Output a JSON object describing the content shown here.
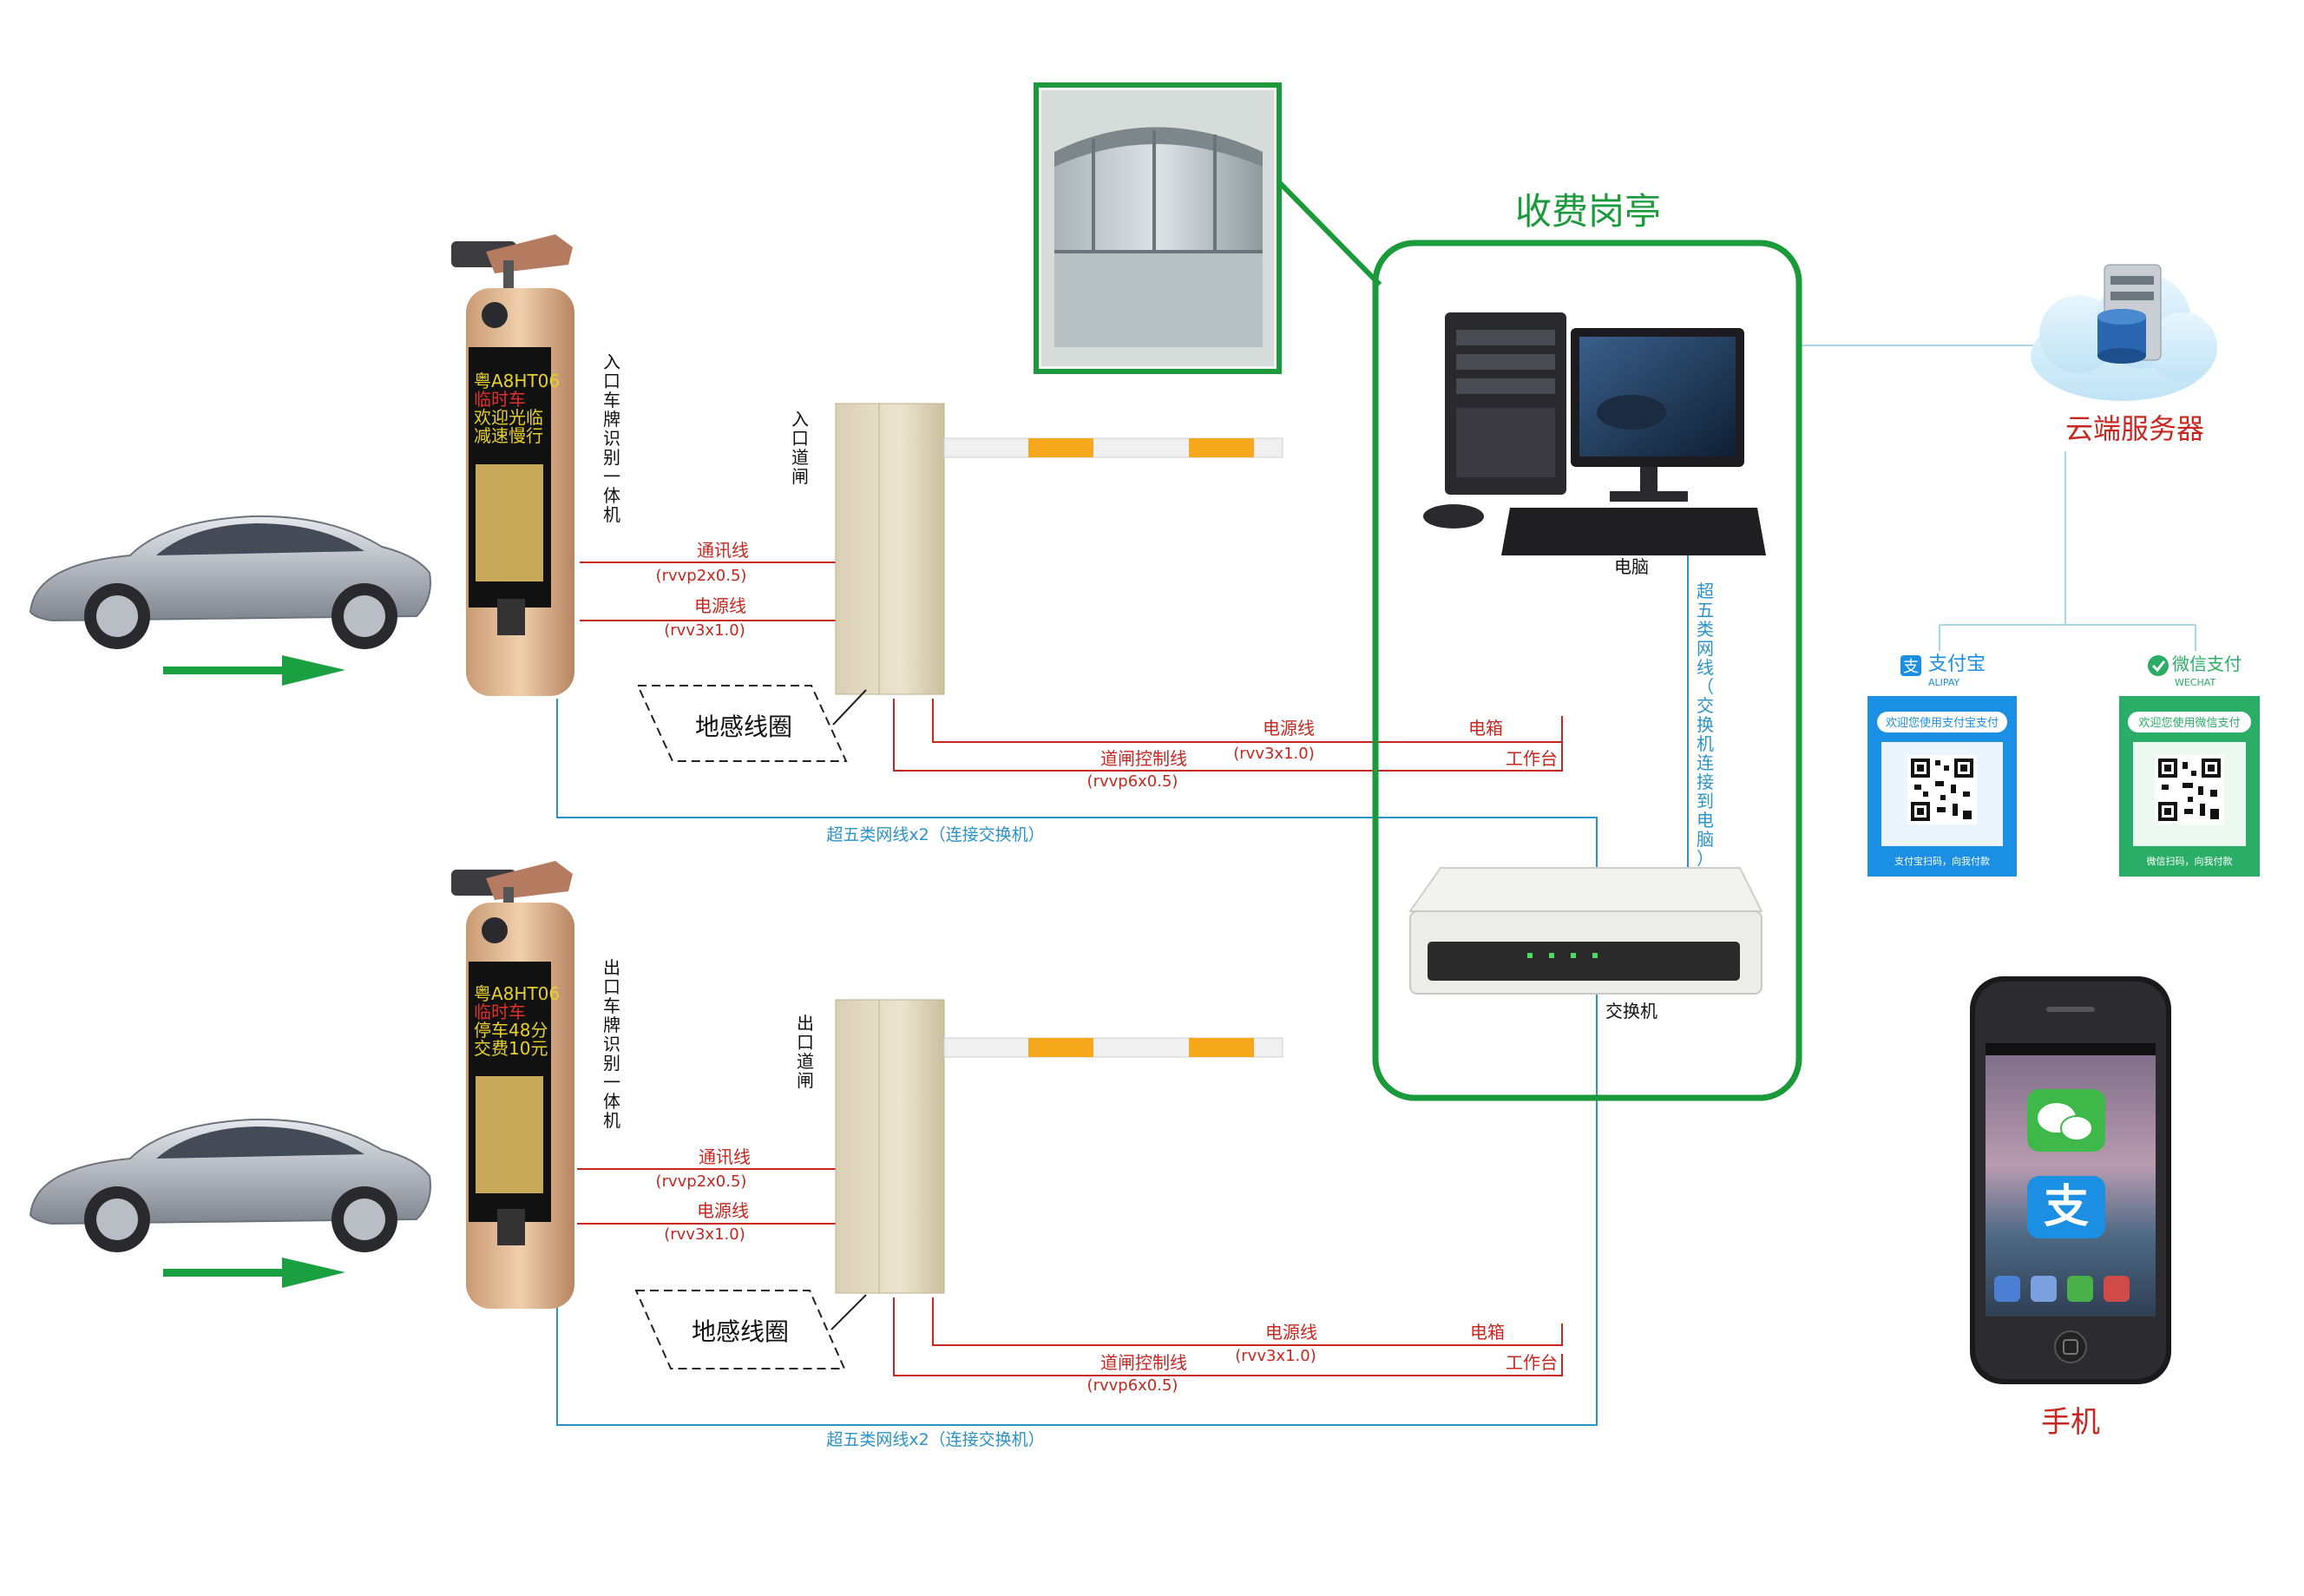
{
  "booth": {
    "title": "收费岗亭"
  },
  "cloud": {
    "label": "云端服务器"
  },
  "computer": {
    "label": "电脑"
  },
  "switch": {
    "label": "交换机"
  },
  "phone": {
    "label": "手机"
  },
  "vertical_cable": "超五类网线（交换机连接到电脑）",
  "entry": {
    "camera_label": "入口车牌识别一体机",
    "gate_label": "入口道闸",
    "screen_lines": [
      "粤A8HT06",
      "临时车",
      "欢迎光临",
      "减速慢行"
    ],
    "loop_label": "地感线圈",
    "comm_line": "通讯线",
    "comm_spec": "(rvvp2x0.5)",
    "power_line": "电源线",
    "power_spec": "(rvv3x1.0)",
    "gate_power": "电源线",
    "gate_power_spec": "(rvv3x1.0)",
    "gate_ctrl": "道闸控制线",
    "gate_ctrl_spec": "(rvvp6x0.5)",
    "power_box": "电箱",
    "workstation": "工作台",
    "network": "超五类网线x2（连接交换机）"
  },
  "exit": {
    "camera_label": "出口车牌识别一体机",
    "gate_label": "出口道闸",
    "screen_lines": [
      "粤A8HT06",
      "临时车",
      "停车48分",
      "交费10元"
    ],
    "loop_label": "地感线圈",
    "comm_line": "通讯线",
    "comm_spec": "(rvvp2x0.5)",
    "power_line": "电源线",
    "power_spec": "(rvv3x1.0)",
    "gate_power": "电源线",
    "gate_power_spec": "(rvv3x1.0)",
    "gate_ctrl": "道闸控制线",
    "gate_ctrl_spec": "(rvvp6x0.5)",
    "power_box": "电箱",
    "workstation": "工作台",
    "network": "超五类网线x2（连接交换机）"
  },
  "alipay": {
    "name": "支付宝",
    "sub": "ALIPAY",
    "welcome": "欢迎您使用支付宝支付",
    "footer": "支付宝扫码，向我付款"
  },
  "wechat": {
    "name": "微信支付",
    "sub": "WECHAT",
    "welcome": "欢迎您使用微信支付",
    "footer": "微信扫码，向我付款"
  },
  "colors": {
    "green": "#1a9a3a",
    "red": "#c8261e",
    "blue": "#2a93c8",
    "arrow": "#1aa040"
  }
}
